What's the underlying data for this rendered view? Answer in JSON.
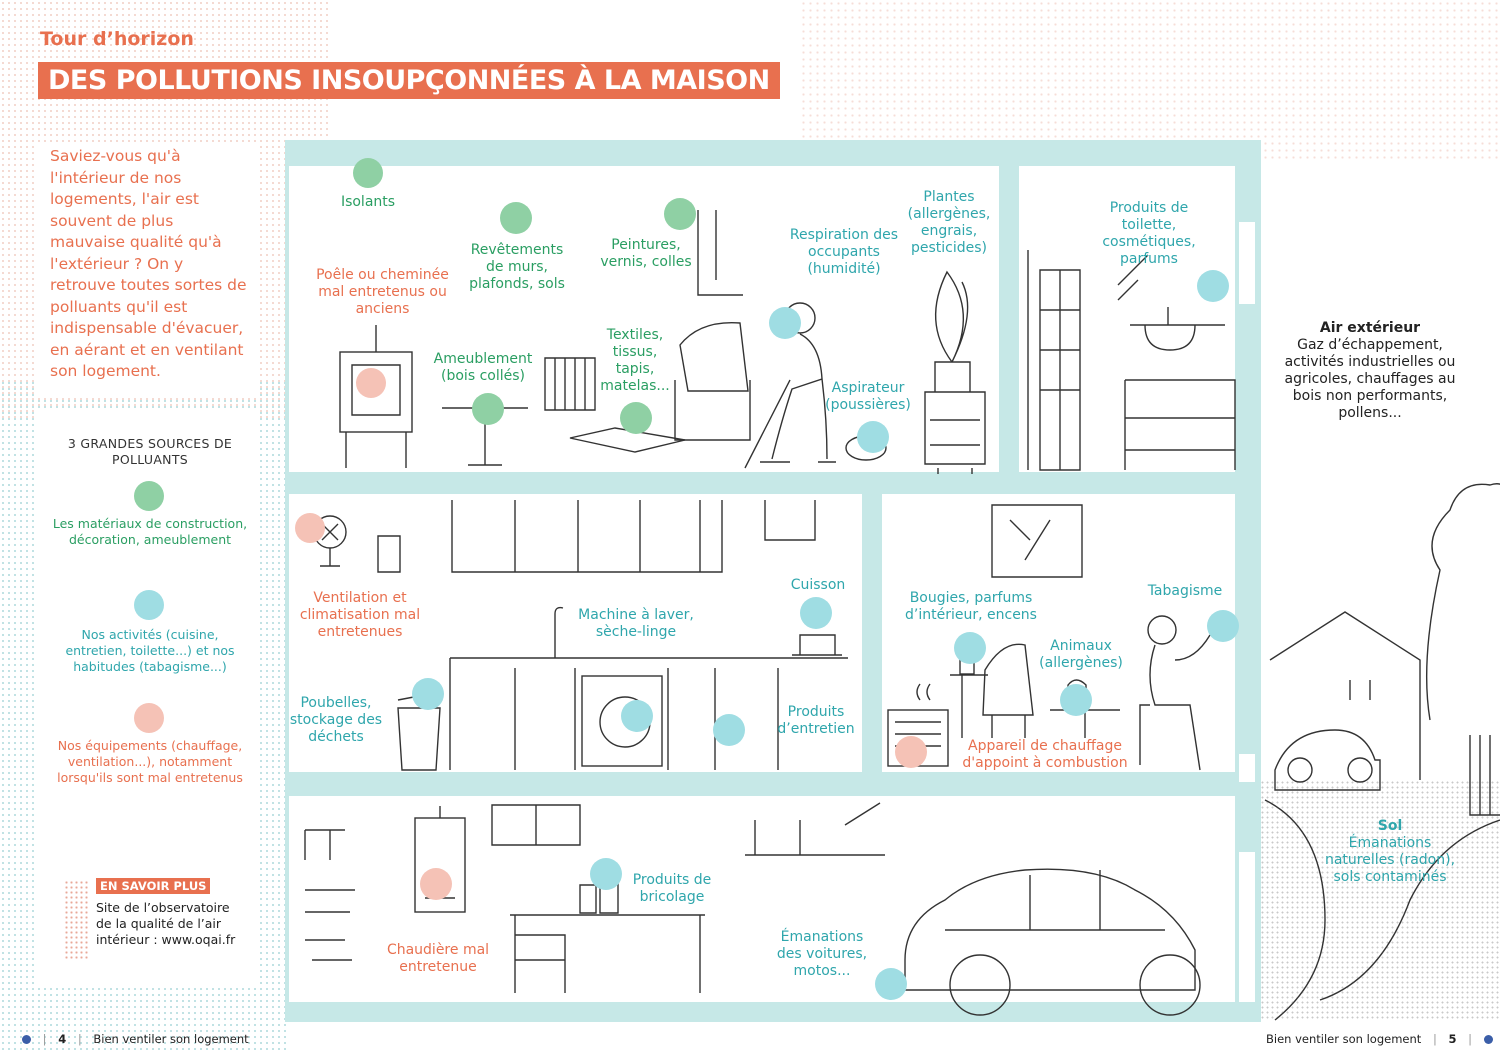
{
  "header": {
    "kicker": "Tour d’horizon",
    "title": "DES POLLUTIONS INSOUPÇONNÉES À LA MAISON"
  },
  "intro": "Saviez-vous qu'à l'intérieur de nos logements, l'air est souvent de plus mauvaise qualité qu'à l'extérieur ? On y retrouve toutes sortes de polluants qu'il est indispensable d'évacuer, en aérant et en ventilant son logement.",
  "legend": {
    "title": "3 GRANDES SOURCES DE POLLUANTS",
    "items": [
      {
        "color": "#8fd0a4",
        "text": "Les matériaux de construction, décoration, ameublement"
      },
      {
        "color": "#9fdde3",
        "text": "Nos activités (cuisine, entretien, toilette...) et nos habitudes (tabagisme...)"
      },
      {
        "color": "#f5c2b6",
        "text": "Nos équipements (chauffage, ventilation...), notamment lorsqu'ils sont mal entretenus"
      }
    ]
  },
  "savoir": {
    "tag": "EN SAVOIR PLUS",
    "text": "Site de l’observatoire de la qualité de l’air intérieur : www.oqai.fr"
  },
  "labels": {
    "isolants": "Isolants",
    "revetements": "Revêtements de murs, plafonds, sols",
    "peintures": "Peintures, vernis, colles",
    "respiration": "Respiration des occupants (humidité)",
    "plantes": "Plantes (allergènes, engrais, pesticides)",
    "produits_toilette": "Produits de toilette, cosmétiques, parfums",
    "poele": "Poêle ou cheminée mal entretenus ou anciens",
    "ameublement": "Ameublement (bois collés)",
    "textiles": "Textiles, tissus, tapis, matelas...",
    "aspirateur": "Aspirateur (poussières)",
    "ventilation": "Ventilation et climatisation mal entretenues",
    "poubelles": "Poubelles, stockage des déchets",
    "machine": "Machine à laver, sèche-linge",
    "cuisson": "Cuisson",
    "produits_entretien": "Produits d’entretien",
    "bougies": "Bougies, parfums d’intérieur, encens",
    "tabagisme": "Tabagisme",
    "animaux": "Animaux (allergènes)",
    "chauffage_appoint": "Appareil de chauffage d'appoint à combustion",
    "chaudiere": "Chaudière mal entretenue",
    "bricolage": "Produits de bricolage",
    "voitures": "Émanations des voitures, motos..."
  },
  "outside": {
    "air_title": "Air extérieur",
    "air_text": "Gaz d’échappement, activités industrielles ou agricoles, chauffages au bois non performants, pollens...",
    "sol_title": "Sol",
    "sol_text": "Émanations naturelles (radon), sols contaminés"
  },
  "footer": {
    "left_page": "4",
    "left_title": "Bien ventiler son logement",
    "right_title": "Bien ventiler son logement",
    "right_page": "5"
  },
  "colors": {
    "accent": "#e8704f",
    "green": "#2a9e62",
    "teal": "#2fa6ac",
    "wall": "#c6e8e7"
  }
}
